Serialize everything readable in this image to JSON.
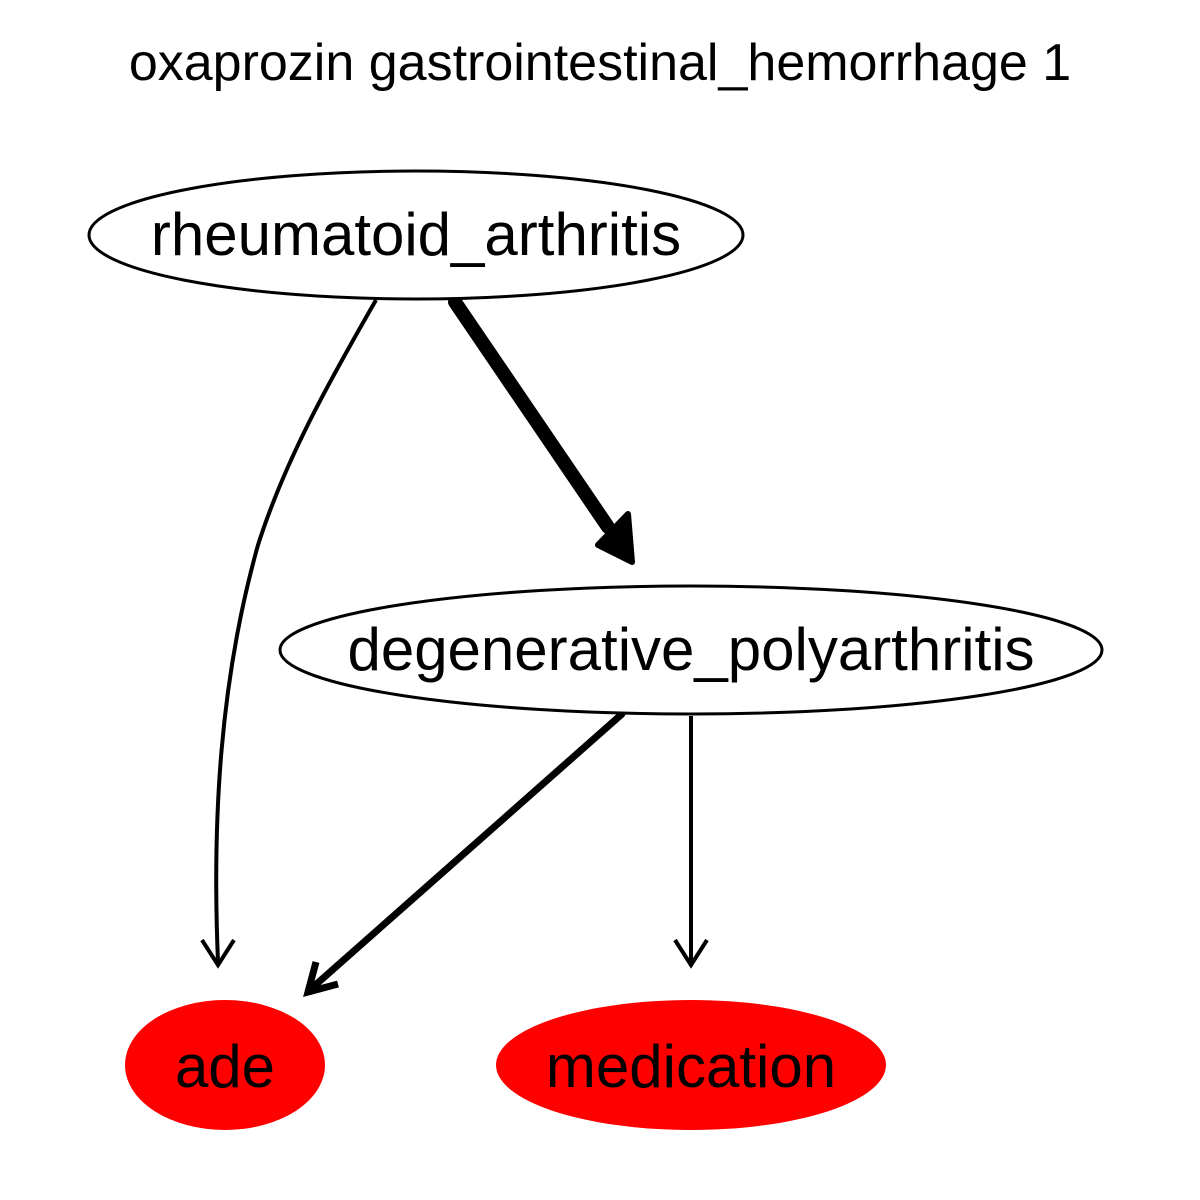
{
  "title": "oxaprozin gastrointestinal_hemorrhage 1",
  "nodes": {
    "rheumatoid_arthritis": {
      "label": "rheumatoid_arthritis",
      "fill": "#ffffff"
    },
    "degenerative_polyarthritis": {
      "label": "degenerative_polyarthritis",
      "fill": "#ffffff"
    },
    "ade": {
      "label": "ade",
      "fill": "#ff0000"
    },
    "medication": {
      "label": "medication",
      "fill": "#ff0000"
    }
  },
  "edges": [
    {
      "from": "rheumatoid_arthritis",
      "to": "degenerative_polyarthritis",
      "weight": "heavy"
    },
    {
      "from": "rheumatoid_arthritis",
      "to": "ade",
      "weight": "normal"
    },
    {
      "from": "degenerative_polyarthritis",
      "to": "ade",
      "weight": "medium"
    },
    {
      "from": "degenerative_polyarthritis",
      "to": "medication",
      "weight": "normal"
    }
  ]
}
